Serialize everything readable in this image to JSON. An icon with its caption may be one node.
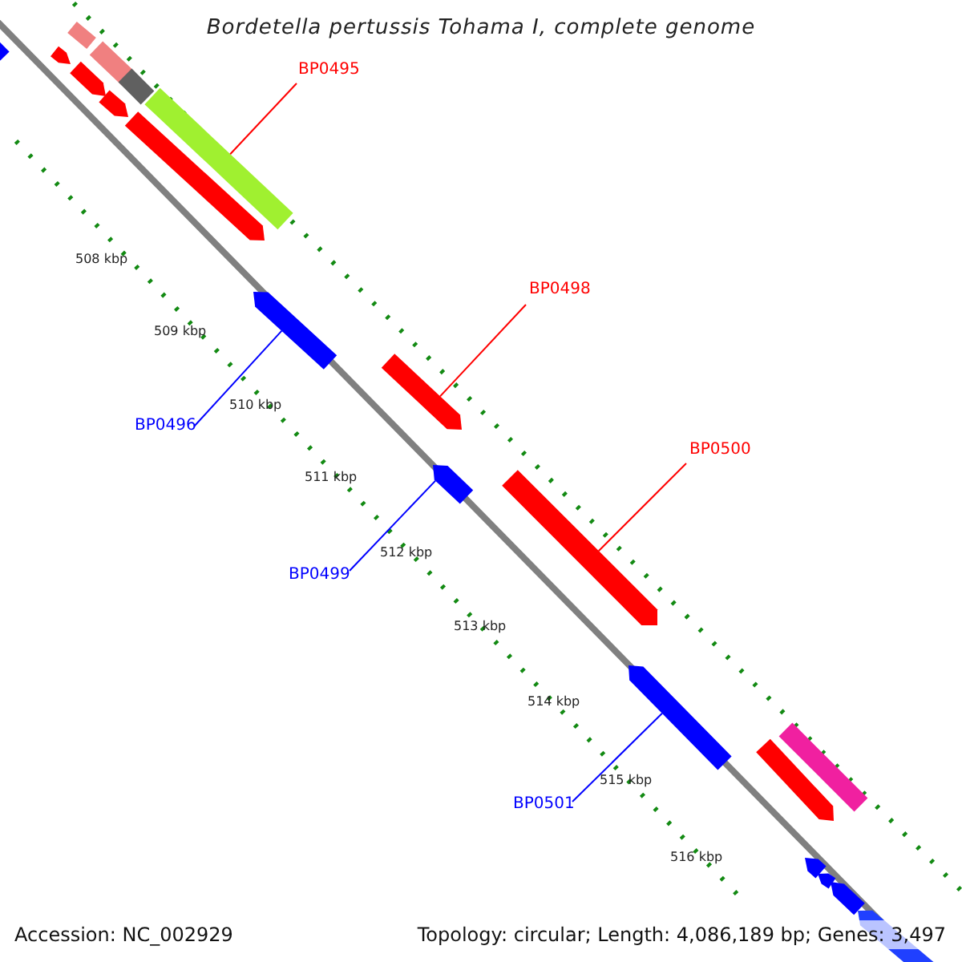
{
  "diagram": {
    "title": "Bordetella pertussis Tohama I, complete genome",
    "nodes": [
      {
        "text": [
          "BP0495"
        ]
      },
      {
        "text": [],
        "shape": "bar"
      },
      {
        "text": [
          "BP0498"
        ]
      },
      {
        "text": [],
        "shape": "bar"
      },
      {
        "text": [
          "BP0500"
        ]
      },
      {
        "text": [],
        "shape": "bar"
      },
      {
        "text": [
          "BP0496"
        ]
      },
      {
        "text": [],
        "shape": "bar"
      },
      {
        "text": [
          "BP0499"
        ]
      },
      {
        "text": [],
        "shape": "bar"
      },
      {
        "text": [
          "BP0501"
        ]
      },
      {
        "text": [],
        "shape": "bar"
      },
      {
        "text": [],
        "shape": "bar"
      },
      {
        "text": [],
        "shape": "bar"
      },
      {
        "text": [],
        "shape": "bar"
      },
      {
        "text": [],
        "shape": "bar"
      },
      {
        "text": [],
        "shape": "bar"
      },
      {
        "text": [],
        "shape": "bar"
      },
      {
        "text": [],
        "shape": "bar"
      },
      {
        "text": [],
        "shape": "bar"
      },
      {
        "text": [],
        "shape": "bar"
      },
      {
        "text": [],
        "shape": "bar"
      },
      {
        "text": [],
        "shape": "bar"
      },
      {
        "text": [],
        "shape": "bar"
      },
      {
        "text": [],
        "shape": "bar"
      },
      {
        "text": [],
        "shape": "bar"
      }
    ],
    "edges": [
      {
        "from": 0,
        "to": 1,
        "arrow": "none",
        "color": "#ff0000"
      },
      {
        "from": 2,
        "to": 3,
        "arrow": "none",
        "color": "#ff0000"
      },
      {
        "from": 4,
        "to": 5,
        "arrow": "none",
        "color": "#ff0000"
      },
      {
        "from": 6,
        "to": 7,
        "arrow": "none",
        "color": "#0000ff"
      },
      {
        "from": 8,
        "to": 9,
        "arrow": "none",
        "color": "#0000ff"
      },
      {
        "from": 10,
        "to": 11,
        "arrow": "none",
        "color": "#0000ff"
      }
    ],
    "labels": [
      "508 kbp",
      "509 kbp",
      "510 kbp",
      "511 kbp",
      "512 kbp",
      "513 kbp",
      "514 kbp",
      "515 kbp",
      "516 kbp",
      "Accession: NC_002929",
      "Topology: circular; Length: 4,086,189 bp; Genes: 3,497"
    ]
  }
}
